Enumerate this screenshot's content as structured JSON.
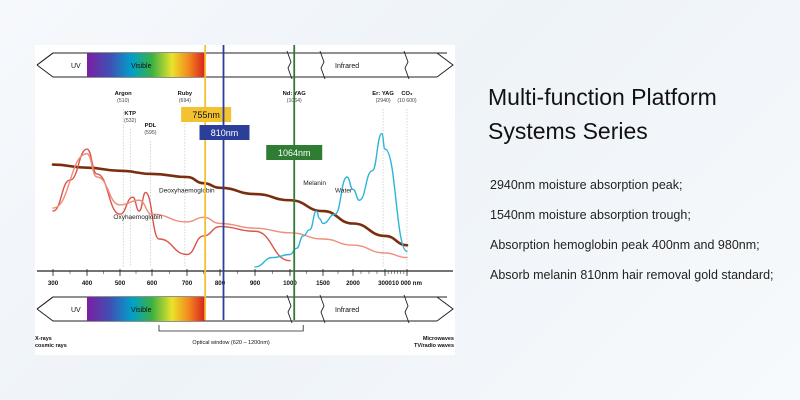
{
  "headline": {
    "line1": "Multi-function Platform",
    "line2": "Systems Series"
  },
  "features": [
    "2940nm moisture absorption peak;",
    "1540nm moisture absorption trough;",
    "Absorption hemoglobin peak 400nm and 980nm;",
    "Absorb melanin 810nm hair removal gold standard;"
  ],
  "chart_data": {
    "type": "line",
    "x_unit": "nm",
    "x_ticks": [
      "300",
      "400",
      "500",
      "600",
      "700",
      "800",
      "900",
      "1000",
      "1500",
      "2000",
      "3000",
      "10 000 nm"
    ],
    "spectrum_top": {
      "uv": "UV",
      "visible": "Visible",
      "infrared": "Infrared"
    },
    "spectrum_bottom": {
      "uv": "UV",
      "visible": "Visible",
      "infrared": "Infrared",
      "left_label": [
        "X-rays",
        "cosmic rays"
      ],
      "right_label": [
        "Microwaves",
        "TV/radio waves"
      ],
      "optical_window": "Optical window (620 – 1200nm)"
    },
    "laser_marks": [
      {
        "name": "Argon",
        "value": "(510)",
        "x": 510
      },
      {
        "name": "KTP",
        "value": "(532)",
        "x": 532
      },
      {
        "name": "PDL",
        "value": "(595)",
        "x": 595
      },
      {
        "name": "Ruby",
        "value": "(694)",
        "x": 694
      },
      {
        "name": "Nd: YAG",
        "value": "(1064)",
        "x": 1064
      },
      {
        "name": "Er: YAG",
        "value": "(2940)",
        "x": 2940
      },
      {
        "name": "CO₂",
        "value": "(10 600)",
        "x": 10600
      }
    ],
    "wavelength_lines": [
      {
        "label": "755nm",
        "x": 755,
        "color": "#f2c230",
        "text_color": "#111111"
      },
      {
        "label": "810nm",
        "x": 810,
        "color": "#2b3f9a",
        "text_color": "#ffffff"
      },
      {
        "label": "1064nm",
        "x": 1064,
        "color": "#2e7d32",
        "text_color": "#ffffff"
      }
    ],
    "series": [
      {
        "name": "Melanin",
        "color": "#7a2e0e",
        "x": [
          300,
          400,
          500,
          600,
          700,
          750,
          800,
          900,
          1000,
          1500,
          2000,
          3000,
          10000
        ],
        "y": [
          0.68,
          0.66,
          0.64,
          0.62,
          0.6,
          0.56,
          0.53,
          0.49,
          0.45,
          0.38,
          0.3,
          0.22,
          0.16
        ]
      },
      {
        "name": "Oxyhaemoglobin",
        "color": "#d9564a",
        "x": [
          300,
          350,
          400,
          430,
          500,
          540,
          560,
          580,
          620,
          700,
          750,
          800,
          900,
          1000
        ],
        "y": [
          0.38,
          0.58,
          0.78,
          0.62,
          0.36,
          0.47,
          0.38,
          0.5,
          0.2,
          0.1,
          0.22,
          0.28,
          0.25,
          0.06
        ]
      },
      {
        "name": "Deoxyhaemoglobin",
        "color": "#ef8d7a",
        "x": [
          300,
          400,
          430,
          500,
          560,
          600,
          700,
          750,
          800,
          900,
          1000,
          1500,
          2000,
          3000,
          10000
        ],
        "y": [
          0.4,
          0.75,
          0.6,
          0.42,
          0.45,
          0.36,
          0.31,
          0.34,
          0.3,
          0.27,
          0.24,
          0.2,
          0.16,
          0.11,
          0.08
        ]
      },
      {
        "name": "Water",
        "color": "#2eb5d6",
        "x": [
          900,
          950,
          1000,
          1100,
          1200,
          1300,
          1400,
          1450,
          1500,
          1700,
          1900,
          2000,
          2200,
          2600,
          2900,
          3000,
          10000
        ],
        "y": [
          0.02,
          0.08,
          0.1,
          0.14,
          0.22,
          0.26,
          0.38,
          0.33,
          0.3,
          0.36,
          0.6,
          0.52,
          0.45,
          0.64,
          0.88,
          0.78,
          0.12
        ]
      }
    ],
    "series_labels": [
      {
        "text": "Melanin",
        "x": 1200,
        "y": 0.55
      },
      {
        "text": "Water",
        "x": 1700,
        "y": 0.5
      },
      {
        "text": "Deoxyhaemoglobin",
        "x": 620,
        "y": 0.5
      },
      {
        "text": "Oxyhaemoglobin",
        "x": 480,
        "y": 0.33
      }
    ]
  }
}
